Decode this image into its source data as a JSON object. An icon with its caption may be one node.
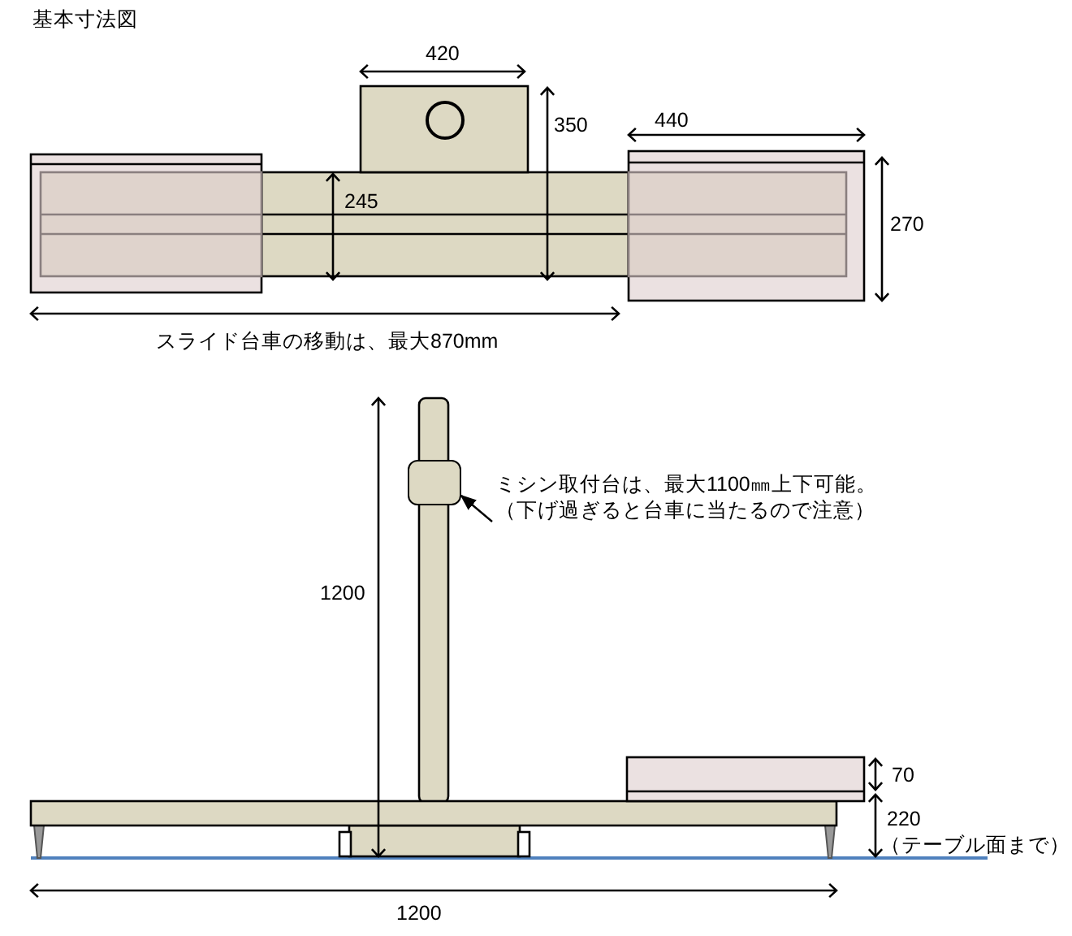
{
  "diagram": {
    "title": "基本寸法図",
    "nodes": [
      {
        "text": [
          "ミシン取付台は、最大1100㎜上下可能。（下げ過ぎると台車に当たるので注意）"
        ]
      },
      {
        "text": [],
        "shape": "box"
      }
    ],
    "edges": [
      {
        "from": 0,
        "to": 1,
        "arrow": "to"
      }
    ],
    "labels": [
      "420",
      "440",
      "350",
      "245",
      "270",
      "スライド台車の移動は、最大870mm",
      "1200",
      "70",
      "220",
      "（テーブル面まで）",
      "1200"
    ]
  }
}
